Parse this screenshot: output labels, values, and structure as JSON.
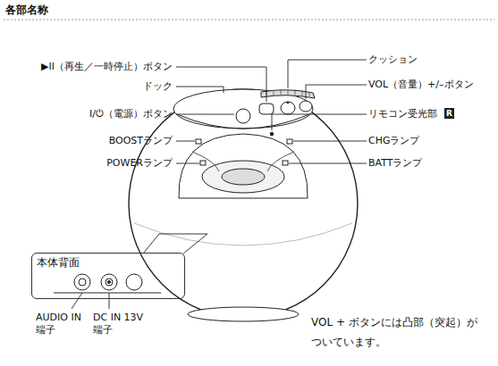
{
  "diagram": {
    "title": "各部名称",
    "nodes": [
      {
        "text": [
          "本体背面"
        ]
      }
    ],
    "edges": [],
    "labels": [
      "▶II（再生／一時停止）ボタン",
      "クッション",
      "ドック",
      "VOL（音量）+/–ボタン",
      "I/⏻（電源）ボタン",
      "リモコン受光部",
      "R",
      "BOOSTランプ",
      "CHGランプ",
      "POWERランプ",
      "BATTランプ",
      "AUDIO IN 端子",
      "DC IN 13V 端子",
      "VOL + ボタンには凸部（突起）が ついています。"
    ]
  }
}
